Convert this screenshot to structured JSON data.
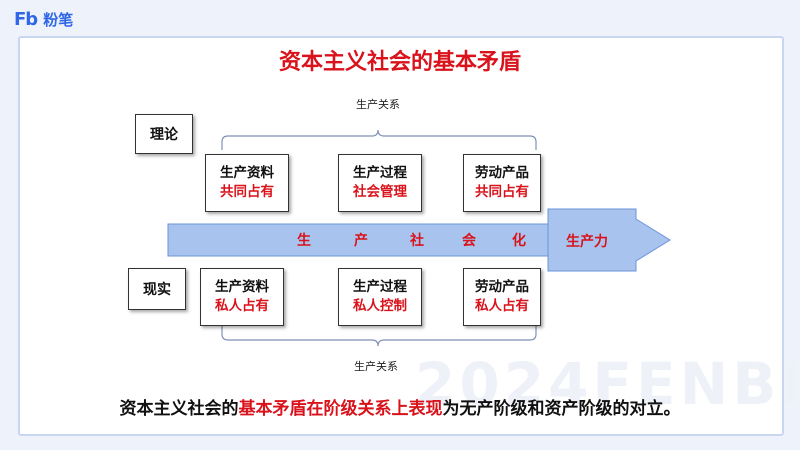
{
  "header": {
    "logo_mark": "Fb",
    "logo_text": "粉笔"
  },
  "watermark": "2024FENBI",
  "title": "资本主义社会的基本矛盾",
  "top_relation_label": "生产关系",
  "bottom_relation_label": "生产关系",
  "theory": {
    "label": "理论",
    "boxes": [
      {
        "line1": "生产资料",
        "line2": "共同占有"
      },
      {
        "line1": "生产过程",
        "line2": "社会管理"
      },
      {
        "line1": "劳动产品",
        "line2": "共同占有"
      }
    ]
  },
  "reality": {
    "label": "现实",
    "boxes": [
      {
        "line1": "生产资料",
        "line2": "私人占有"
      },
      {
        "line1": "生产过程",
        "line2": "私人控制"
      },
      {
        "line1": "劳动产品",
        "line2": "私人占有"
      }
    ]
  },
  "arrow": {
    "chars": [
      "生",
      "产",
      "社",
      "会",
      "化"
    ],
    "label": "生产力"
  },
  "summary": {
    "part1": "资本主义社会的",
    "part2": "基本矛盾在阶级关系上表现",
    "part3": "为无产阶级和资产阶级的对立。"
  },
  "colors": {
    "accent": "#d9121b",
    "arrow_fill": "#a8c4ee",
    "brand": "#2f67e6"
  }
}
